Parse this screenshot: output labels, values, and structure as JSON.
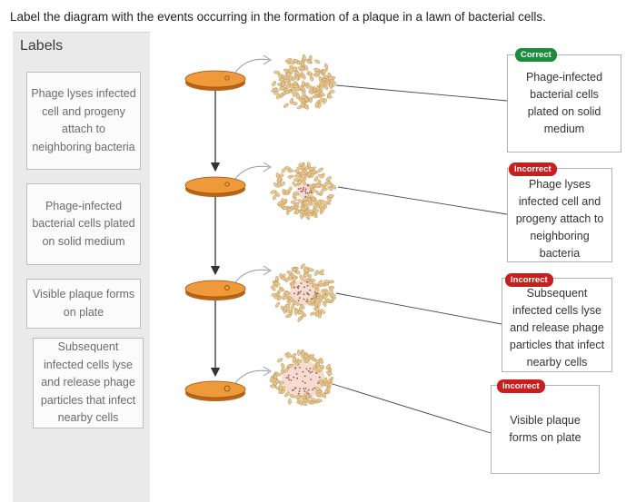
{
  "instruction": "Label the diagram with the events occurring in the formation of a plaque in a lawn of bacterial cells.",
  "labels_panel": {
    "title": "Labels",
    "items": [
      "Phage lyses infected cell and progeny attach to neighboring bacteria",
      "Phage-infected bacterial cells plated on solid medium",
      "Visible plaque forms on plate",
      "Subsequent infected cells lyse and release phage particles that infect nearby cells"
    ]
  },
  "answers": [
    {
      "status": "Correct",
      "text": "Phage-infected bacterial cells plated on solid medium"
    },
    {
      "status": "Incorrect",
      "text": "Phage lyses infected cell and progeny attach to neighboring bacteria"
    },
    {
      "status": "Incorrect",
      "text": "Subsequent infected cells lyse and release phage particles that infect nearby cells"
    },
    {
      "status": "Incorrect",
      "text": "Visible plaque forms on plate"
    }
  ],
  "colors": {
    "correct": "#1c8b3a",
    "incorrect": "#c81e1e",
    "plate": "#e8912e",
    "bacteria": "#e8c892",
    "lysis": "#efc0a8"
  }
}
